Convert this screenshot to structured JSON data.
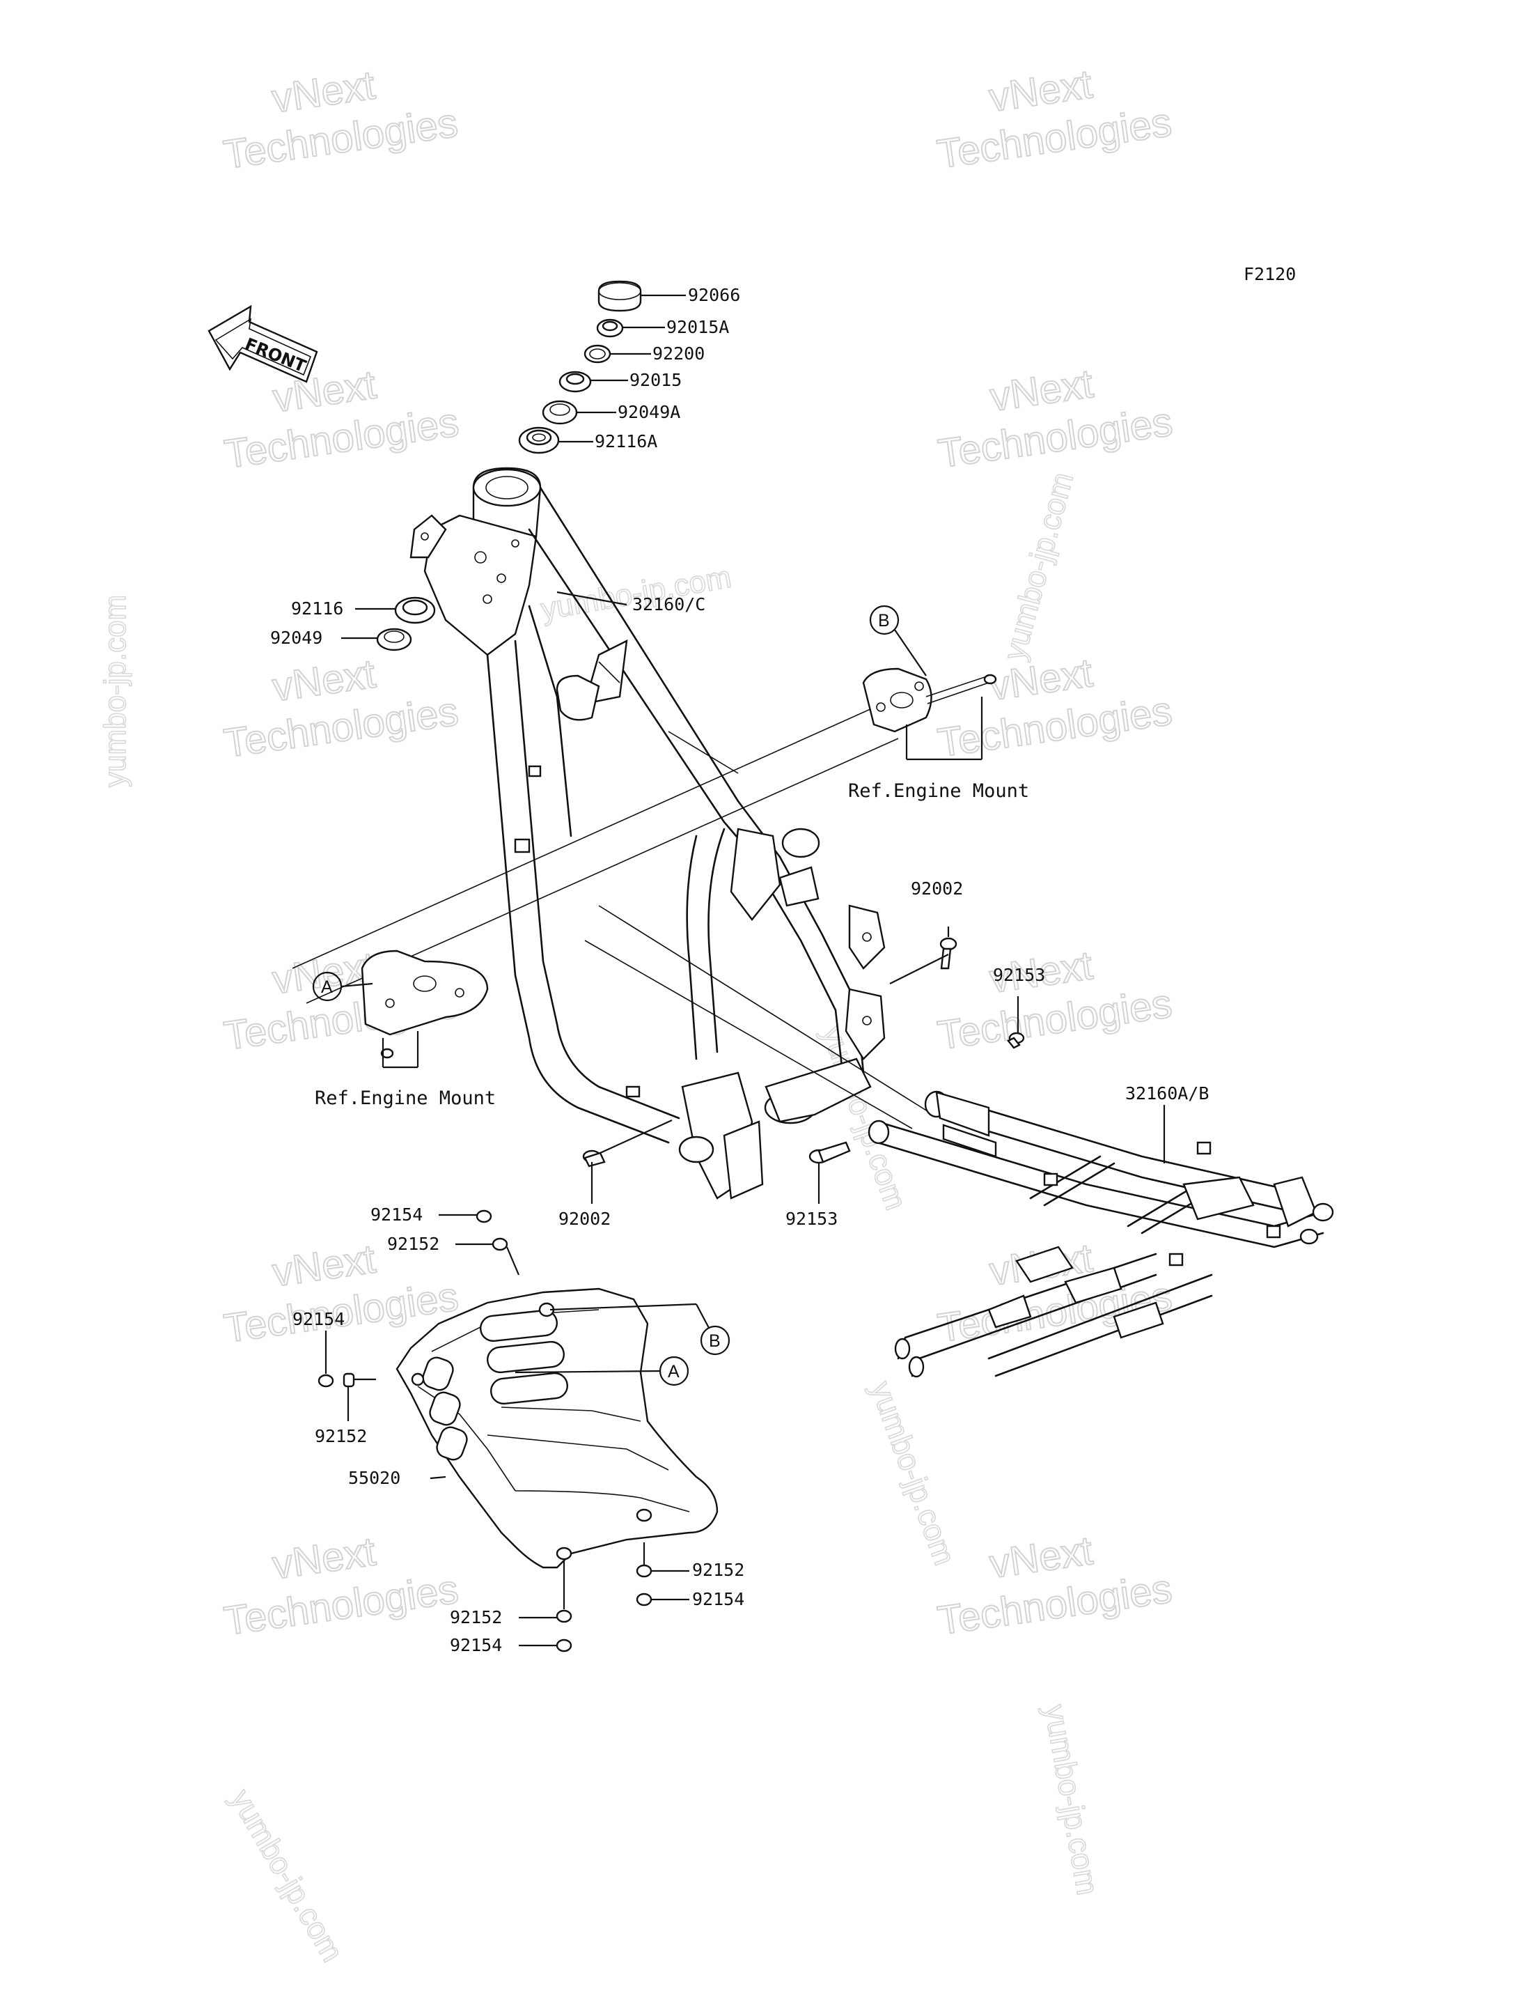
{
  "figure_code": "F2120",
  "front_label": "FRONT",
  "watermarks": {
    "brand_line1": "vNext",
    "brand_line2": "Technologies",
    "site": "yumbo-jp.com"
  },
  "reference_labels": {
    "engine_mount_upper": "Ref.Engine Mount",
    "engine_mount_lower": "Ref.Engine Mount"
  },
  "callouts": {
    "A_upper": "A",
    "B_upper": "B",
    "A_lower": "A",
    "B_lower": "B"
  },
  "part_numbers": {
    "steering_cap": "92066",
    "nut_92015A": "92015A",
    "washer_92200": "92200",
    "nut_92015": "92015",
    "seal_92049A": "92049A",
    "bearing_92116A": "92116A",
    "bearing_92116": "92116",
    "seal_92049": "92049",
    "frame_main": "32160/C",
    "frame_rear": "32160A/B",
    "bolt_92002_right": "92002",
    "bolt_92002_lower": "92002",
    "bolt_92153_upper": "92153",
    "bolt_92153_lower": "92153",
    "guard_55020": "55020",
    "bolt_92154_top": "92154",
    "collar_92152_top": "92152",
    "bolt_92154_left": "92154",
    "collar_92152_left": "92152",
    "collar_92152_right": "92152",
    "bolt_92154_right": "92154",
    "collar_92152_bottom": "92152",
    "bolt_92154_bottom": "92154"
  }
}
